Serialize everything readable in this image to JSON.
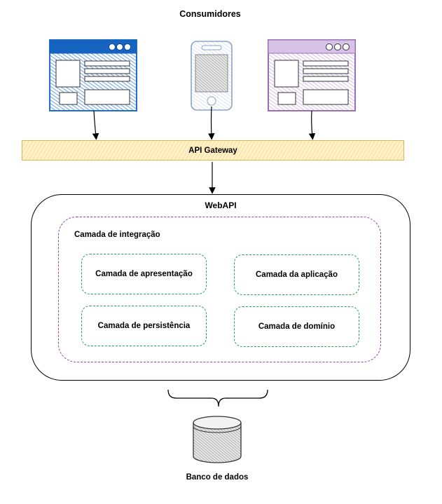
{
  "consumers": {
    "title": "Consumidores",
    "items": [
      {
        "kind": "browser-window",
        "color": "#1f6fd1"
      },
      {
        "kind": "mobile-phone",
        "color": "#8aa4c8"
      },
      {
        "kind": "browser-window",
        "color": "#9b6fb8"
      }
    ]
  },
  "gateway": {
    "label": "API Gateway",
    "fill": "#fff2cc",
    "stroke": "#d6b656"
  },
  "webapi": {
    "title": "WebAPI",
    "integration": {
      "title": "Camada de integração",
      "layers": [
        "Camada de apresentação",
        "Camada da aplicação",
        "Camada de persistência",
        "Camada de domínio"
      ]
    }
  },
  "database": {
    "label": "Banco de dados"
  }
}
